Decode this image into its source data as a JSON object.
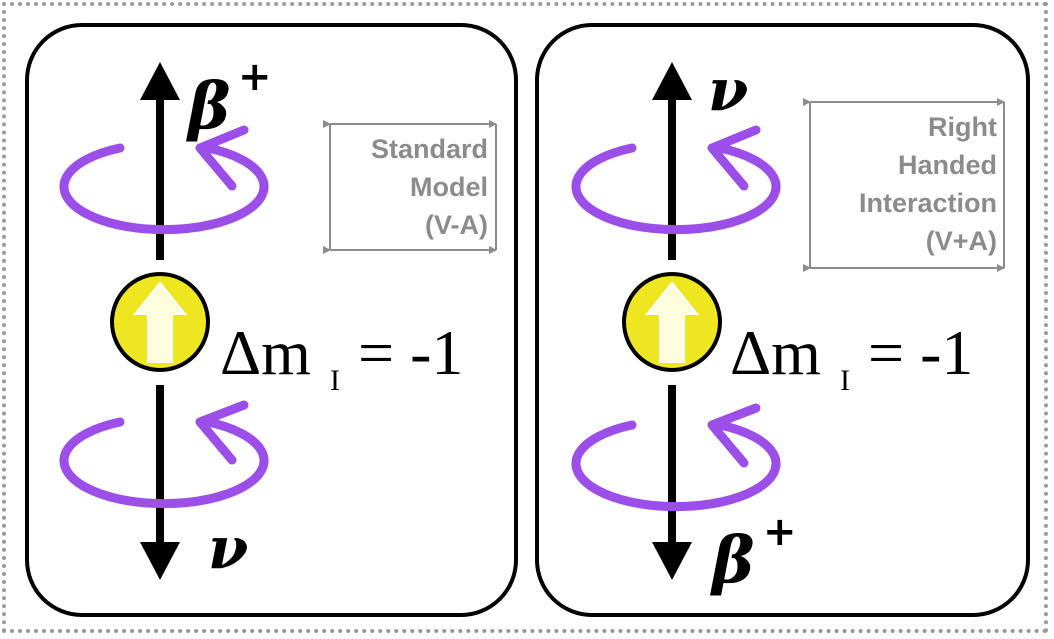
{
  "colors": {
    "spin_arrow": "#9b4ee8",
    "nucleus_fill": "#ede620",
    "box_line": "#8c8c8c",
    "panel_border": "#000000"
  },
  "left_panel": {
    "top_particle": "β",
    "top_charge": "+",
    "bottom_particle": "ν",
    "box_lines": [
      "Standard",
      "Model",
      "(V-A)"
    ],
    "equation": {
      "delta": "Δm",
      "subscript": "I",
      "rhs": "= -1"
    }
  },
  "right_panel": {
    "top_particle": "ν",
    "bottom_particle": "β",
    "bottom_charge": "+",
    "box_lines": [
      "Right",
      "Handed",
      "Interaction",
      "(V+A)"
    ],
    "equation": {
      "delta": "Δm",
      "subscript": "I",
      "rhs": "= -1"
    }
  }
}
